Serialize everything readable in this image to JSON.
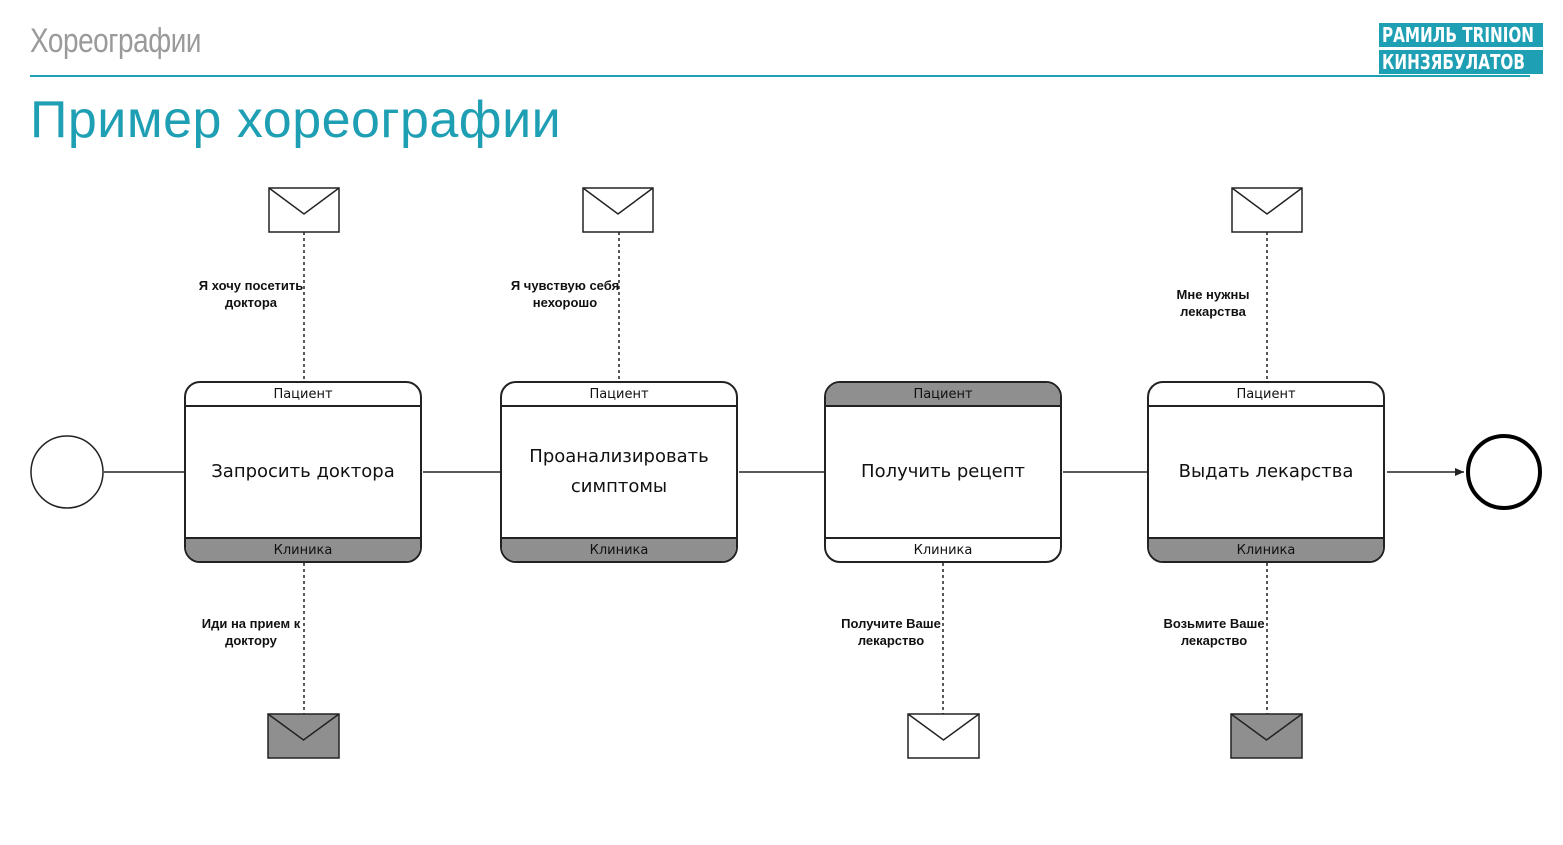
{
  "header": {
    "section_title": "Хореографии",
    "page_title": "Пример хореографии",
    "logo_line1": "РАМИЛЬ TRINION",
    "logo_line2": "КИНЗЯБУЛАТОВ"
  },
  "colors": {
    "accent": "#1e9fb3",
    "shaded_band": "#8f8f8f",
    "stroke": "#222222"
  },
  "tasks": [
    {
      "name": "Запросить доктора",
      "top_participant": "Пациент",
      "bottom_participant": "Клиника",
      "shaded": "bottom"
    },
    {
      "name": "Проанализировать симптомы",
      "top_participant": "Пациент",
      "bottom_participant": "Клиника",
      "shaded": "bottom"
    },
    {
      "name": "Получить рецепт",
      "top_participant": "Пациент",
      "bottom_participant": "Клиника",
      "shaded": "top"
    },
    {
      "name": "Выдать лекарства",
      "top_participant": "Пациент",
      "bottom_participant": "Клиника",
      "shaded": "bottom"
    }
  ],
  "messages": [
    {
      "text": "Я хочу посетить доктора",
      "icon": "envelope-icon",
      "filled": false
    },
    {
      "text": "Я чувствую себя нехорошо",
      "icon": "envelope-icon",
      "filled": false
    },
    {
      "text": "Мне нужны лекарства",
      "icon": "envelope-icon",
      "filled": false
    },
    {
      "text": "Иди на прием к доктору",
      "icon": "envelope-icon",
      "filled": true
    },
    {
      "text": "Получите Ваше лекарство",
      "icon": "envelope-icon",
      "filled": false
    },
    {
      "text": "Возьмите Ваше лекарство",
      "icon": "envelope-icon",
      "filled": true
    }
  ],
  "events": {
    "start": "start-event-icon",
    "end": "end-event-icon"
  }
}
